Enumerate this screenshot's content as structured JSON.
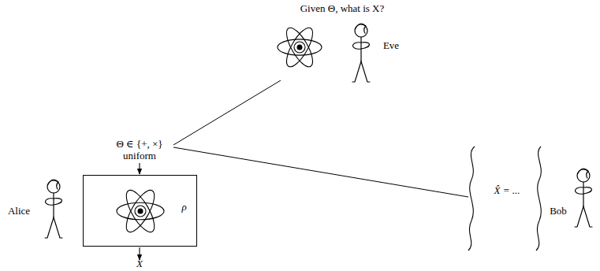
{
  "diagram": {
    "nodes": [
      {
        "text": [
          "ρ"
        ]
      },
      {
        "text": [
          "X̂ = ..."
        ]
      }
    ],
    "labels": [
      "Given Θ, what is X?",
      "Eve",
      "Θ ∈ {+, ×}",
      "uniform",
      "Alice",
      "X",
      "Bob"
    ]
  }
}
